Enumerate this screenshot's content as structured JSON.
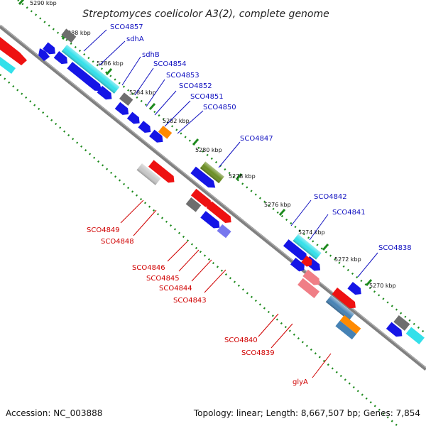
{
  "title": "Streptomyces coelicolor A3(2), complete genome",
  "footer": {
    "accession": "Accession: NC_003888",
    "topology": "Topology: linear; Length: 8,667,507 bp; Genes: 7,854"
  },
  "kbp_labels": [
    "5290 kbp",
    "5288 kbp",
    "5286 kbp",
    "5284 kbp",
    "5282 kbp",
    "5280 kbp",
    "5278 kbp",
    "5276 kbp",
    "5274 kbp",
    "5272 kbp",
    "5270 kbp"
  ],
  "gene_labels_top": [
    "SCO4857",
    "sdhA",
    "sdhB",
    "SCO4854",
    "SCO4853",
    "SCO4852",
    "SCO4851",
    "SCO4850",
    "SCO4847",
    "SCO4842",
    "SCO4841",
    "SCO4838"
  ],
  "gene_labels_bottom": [
    "SCO4849",
    "SCO4848",
    "SCO4846",
    "SCO4845",
    "SCO4844",
    "SCO4843",
    "SCO4840",
    "SCO4839",
    "glyA"
  ],
  "colors": {
    "cds_blue": "#1515e6",
    "rna_red": "#ee1111",
    "cyan": "#33e0ea",
    "gray": "#6e6e6e",
    "light_gray": "#c8c8c8",
    "orange": "#ff8a00",
    "olive": "#6b8e23",
    "pink": "#f07e86",
    "steel_blue": "#4682b4",
    "light_violet": "#7777ee",
    "backbone": "#808080",
    "ticks": "#1d8a1d"
  }
}
